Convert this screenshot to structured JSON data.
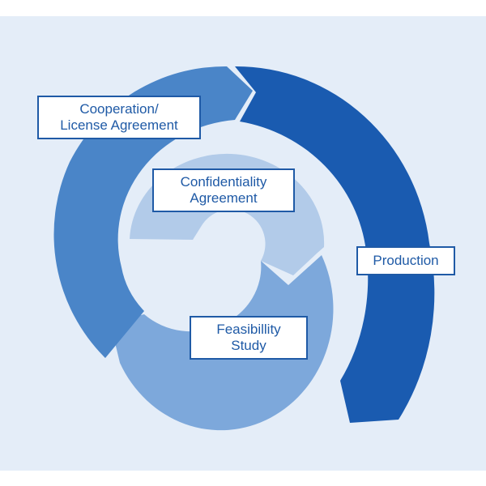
{
  "diagram": {
    "colors": {
      "background": "#e4edf8",
      "stage_light": "#b2cbe9",
      "stage_mid": "#7da8db",
      "stage_medium": "#4a85c8",
      "stage_dark": "#1a5bb0",
      "label_text": "#1f5aa6"
    },
    "labels": {
      "cooperation": [
        "Cooperation/",
        "License Agreement"
      ],
      "confidentiality": [
        "Confidentiality",
        "Agreement"
      ],
      "feasibility": [
        "Feasibillity",
        "Study"
      ],
      "production": [
        "Production"
      ]
    }
  }
}
